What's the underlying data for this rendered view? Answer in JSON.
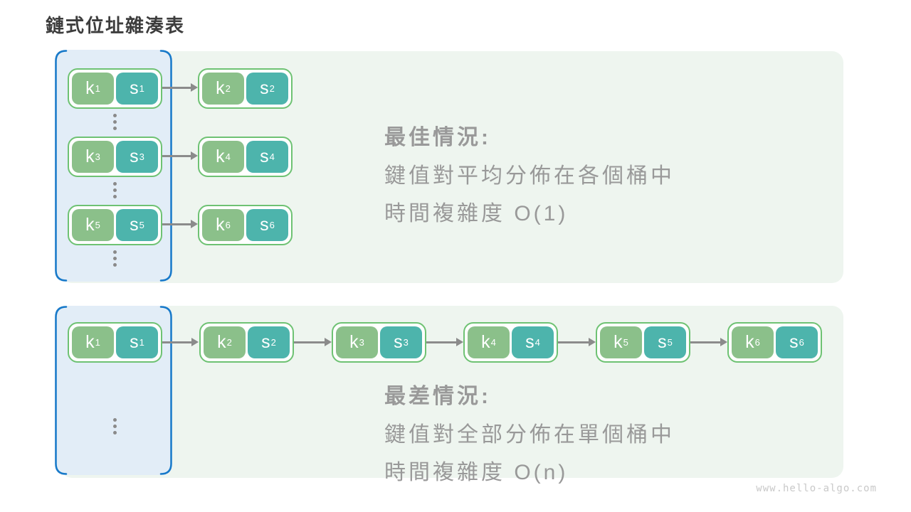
{
  "title": "鏈式位址雜湊表",
  "watermark": "www.hello-algo.com",
  "colors": {
    "panel_bg": "#eef5ef",
    "bucket_fill": "#e2edf7",
    "bucket_border": "#1779c9",
    "key_fill": "#8bc08a",
    "value_fill": "#4db4ac",
    "pair_border": "#6ec273",
    "arrow": "#8b8b8b",
    "caption_text": "#999999",
    "title_text": "#3d3d3d",
    "watermark_text": "#c9c9c9"
  },
  "pairs": {
    "t1": {
      "k": "k",
      "ks": "1",
      "s": "s",
      "ss": "1"
    },
    "t2": {
      "k": "k",
      "ks": "2",
      "s": "s",
      "ss": "2"
    },
    "t3": {
      "k": "k",
      "ks": "3",
      "s": "s",
      "ss": "3"
    },
    "t4": {
      "k": "k",
      "ks": "4",
      "s": "s",
      "ss": "4"
    },
    "t5": {
      "k": "k",
      "ks": "5",
      "s": "s",
      "ss": "5"
    },
    "t6": {
      "k": "k",
      "ks": "6",
      "s": "s",
      "ss": "6"
    },
    "b1": {
      "k": "k",
      "ks": "1",
      "s": "s",
      "ss": "1"
    },
    "b2": {
      "k": "k",
      "ks": "2",
      "s": "s",
      "ss": "2"
    },
    "b3": {
      "k": "k",
      "ks": "3",
      "s": "s",
      "ss": "3"
    },
    "b4": {
      "k": "k",
      "ks": "4",
      "s": "s",
      "ss": "4"
    },
    "b5": {
      "k": "k",
      "ks": "5",
      "s": "s",
      "ss": "5"
    },
    "b6": {
      "k": "k",
      "ks": "6",
      "s": "s",
      "ss": "6"
    }
  },
  "best_case": {
    "heading": "最佳情況:",
    "line1": "鍵值對平均分佈在各個桶中",
    "line2": "時間複雜度 O(1)"
  },
  "worst_case": {
    "heading": "最差情況:",
    "line1": "鍵值對全部分佈在單個桶中",
    "line2": "時間複雜度 O(n)"
  }
}
